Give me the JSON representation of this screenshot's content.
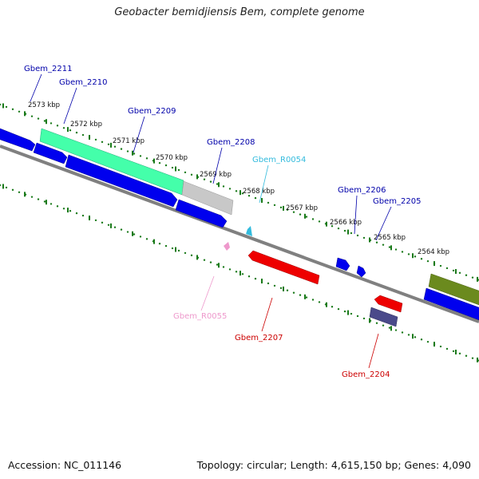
{
  "title": "Geobacter bemidjiensis Bem, complete genome",
  "footer": {
    "accession": "Accession: NC_011146",
    "topology": "Topology: circular; Length: 4,615,150 bp; Genes: 4,090"
  },
  "colors": {
    "background": "#ffffff",
    "backbone": "#808080",
    "tick_dots": "#1a7a1a",
    "cds_blue": "#0000ee",
    "cds_red": "#ee0000",
    "cds_teal": "#33ffaa",
    "cds_gray": "#c8c8c8",
    "cds_olive": "#6b8a1e",
    "cds_slate": "#4a4a8a",
    "rna_cyan": "#33bbdd",
    "rna_pink": "#ee99cc"
  },
  "ticks": [
    "2573 kbp",
    "2572 kbp",
    "2571 kbp",
    "2570 kbp",
    "2569 kbp",
    "2568 kbp",
    "2567 kbp",
    "2566 kbp",
    "2565 kbp",
    "2564 kbp"
  ],
  "gene_labels": [
    {
      "text": "Gbem_2211",
      "color": "#0000aa"
    },
    {
      "text": "Gbem_2210",
      "color": "#0000aa"
    },
    {
      "text": "Gbem_2209",
      "color": "#0000aa"
    },
    {
      "text": "Gbem_2208",
      "color": "#0000aa"
    },
    {
      "text": "Gbem_R0054",
      "color": "#33bbdd"
    },
    {
      "text": "Gbem_2206",
      "color": "#0000aa"
    },
    {
      "text": "Gbem_2205",
      "color": "#0000aa"
    },
    {
      "text": "Gbem_R0055",
      "color": "#ee99cc"
    },
    {
      "text": "Gbem_2207",
      "color": "#cc0000"
    },
    {
      "text": "Gbem_2204",
      "color": "#cc0000"
    }
  ]
}
